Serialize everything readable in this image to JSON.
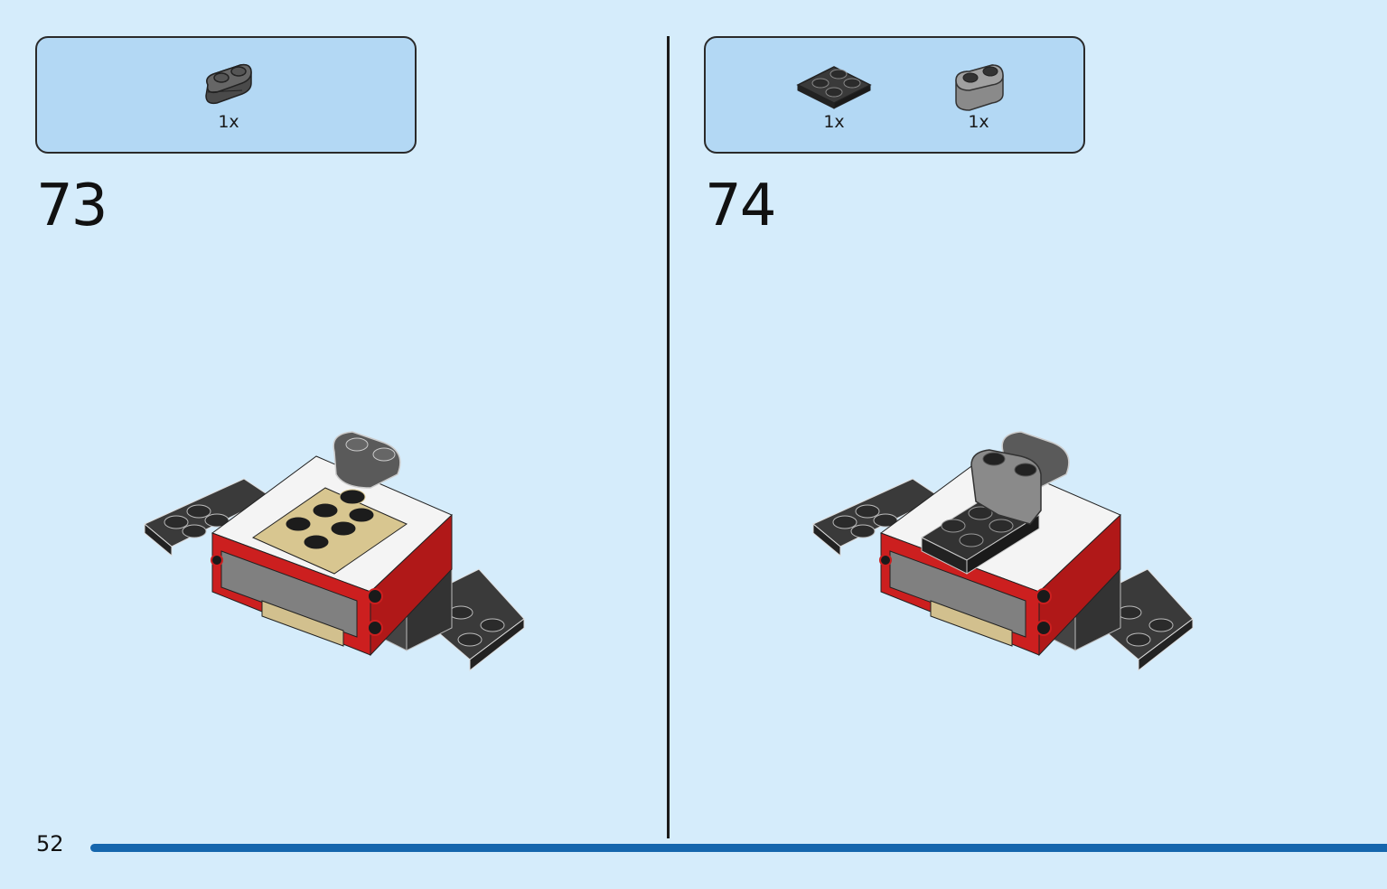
{
  "page": {
    "number": "52"
  },
  "steps": [
    {
      "number": "73",
      "parts": [
        {
          "icon": "gray-plate-2x1-rounded-icon",
          "qty": "1x"
        }
      ]
    },
    {
      "number": "74",
      "parts": [
        {
          "icon": "black-plate-2x2-icon",
          "qty": "1x"
        },
        {
          "icon": "gray-brick-1x2-rounded-icon",
          "qty": "1x"
        }
      ]
    }
  ],
  "colors": {
    "background": "#d5ecfb",
    "parts_box": "#b3d8f4",
    "progress": "#1566ad"
  }
}
